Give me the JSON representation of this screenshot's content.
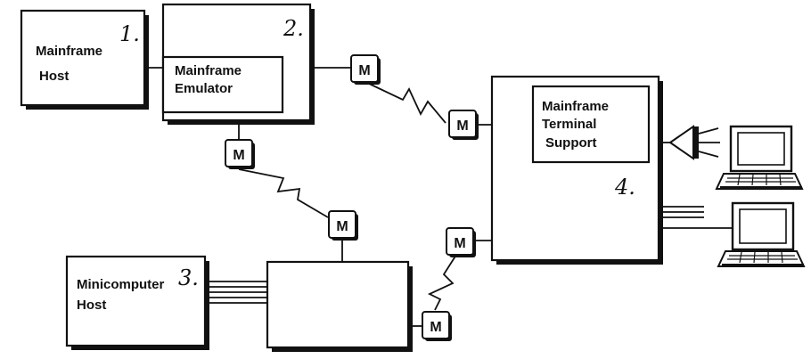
{
  "nodes": {
    "mainframe_host": {
      "line1": "Mainframe",
      "line2": "Host",
      "number": "1."
    },
    "mainframe_emulator": {
      "line1": "Mainframe",
      "line2": "Emulator",
      "number": "2."
    },
    "minicomputer_host": {
      "line1": "Minicomputer",
      "line2": "Host",
      "number": "3."
    },
    "terminal_support": {
      "line1": "Mainframe",
      "line2": "Terminal",
      "line3": "Support",
      "number": "4."
    }
  },
  "modem_label": "M"
}
